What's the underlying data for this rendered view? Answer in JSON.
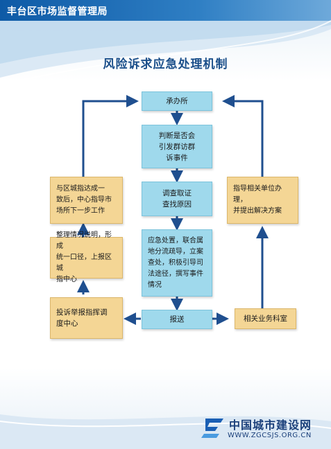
{
  "header": {
    "org_name": "丰台区市场监督管理局"
  },
  "diagram": {
    "title": "风险诉求应急处理机制",
    "nodes": {
      "chengbansuo": "承办所",
      "judge": "判断是否会\n引发群访群\n诉事件",
      "investigate": "调查取证\n查找原因",
      "emergency": "应急处置，联合属\n地分流疏导，立案\n查处，积极引导司\n法途径，撰写事件\n情况",
      "report": "报送",
      "related_dept": "相关业务科室",
      "complaint_center": "投诉举报指挥调\n度中心",
      "organize": "整理情况说明，形成\n统一口径，上报区城\n指中心",
      "district_city": "与区城指达成一\n致后，中心指导市\n场所下一步工作",
      "guide_unit": "指导相关单位办理，\n并提出解决方案"
    }
  },
  "footer": {
    "logo_name": "中国城市建设网",
    "logo_url": "WWW.ZGCSJS.ORG.CN"
  },
  "colors": {
    "header_blue": "#0e5aa6",
    "box_blue": "#9fd9ec",
    "box_tan": "#f4d695",
    "arrow": "#1f4f8f",
    "title": "#1b4f8a"
  }
}
